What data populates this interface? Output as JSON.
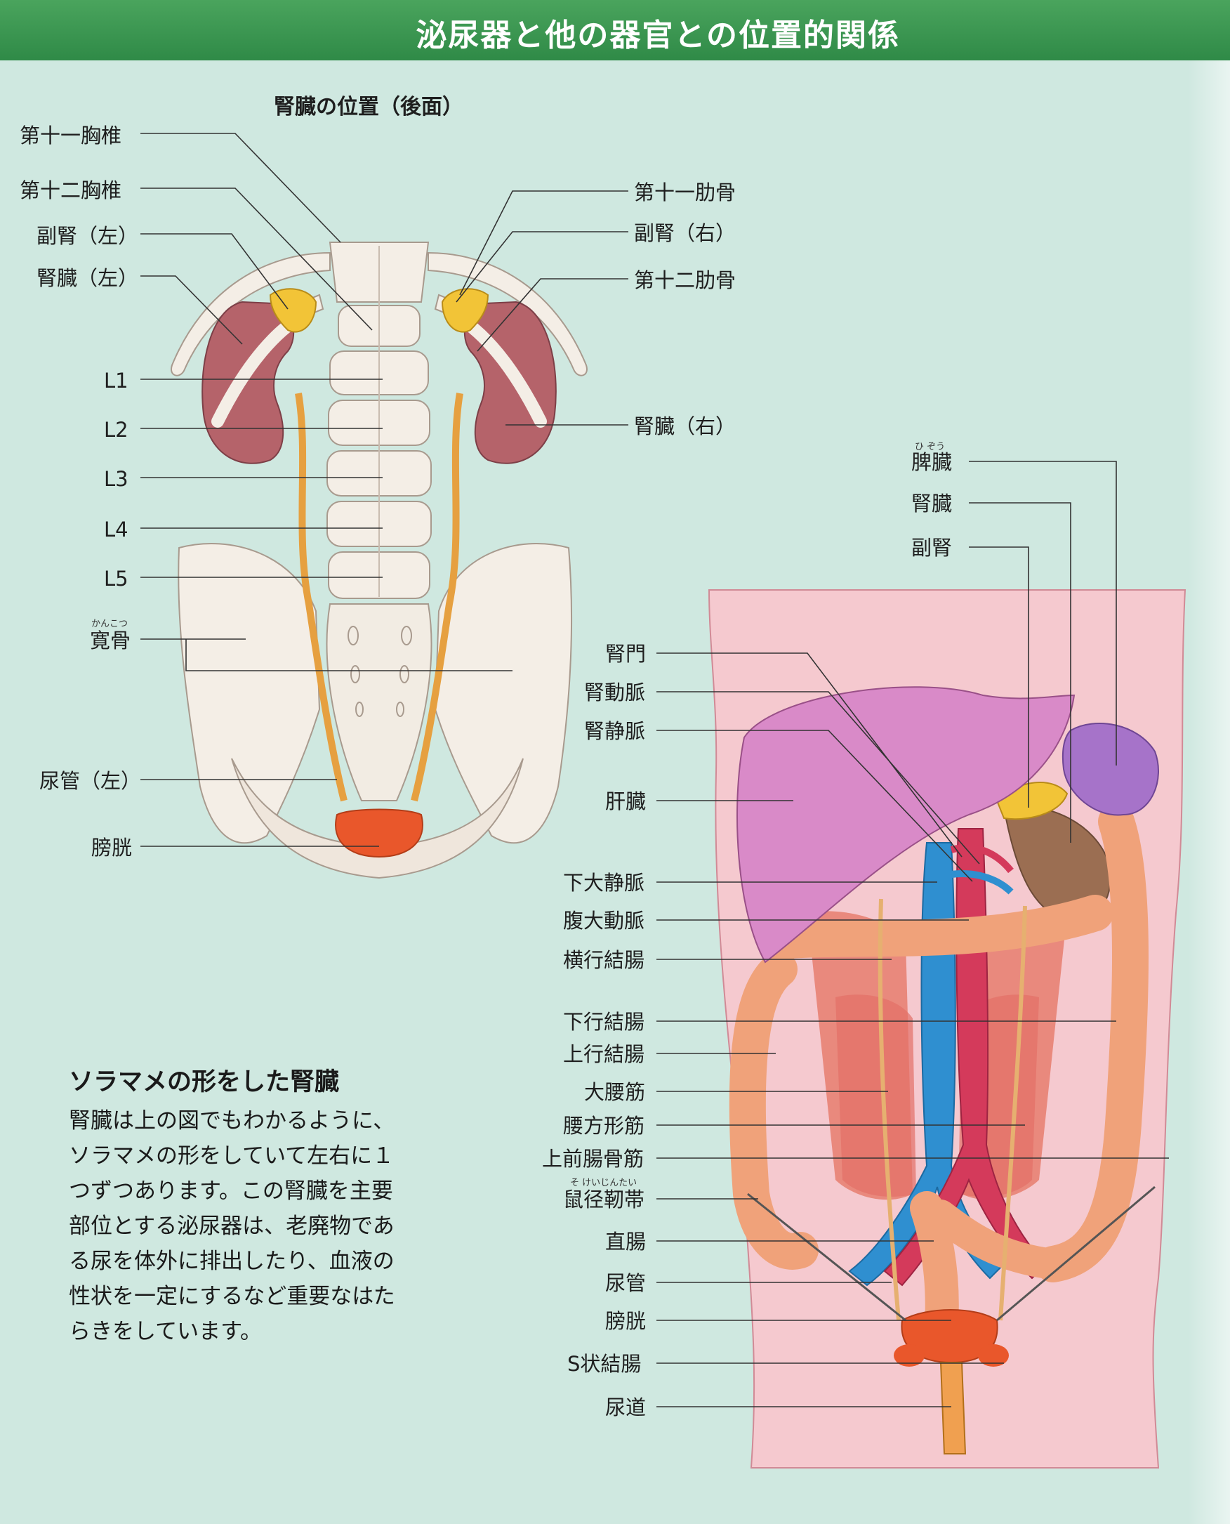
{
  "header": {
    "title": "泌尿器と他の器官との位置的関係"
  },
  "back_view": {
    "title": "腎臓の位置（後面）",
    "labels": {
      "t11": "第十一胸椎",
      "t12": "第十二胸椎",
      "adrenal_left": "副腎（左）",
      "kidney_left": "腎臓（左）",
      "l1": "L1",
      "l2": "L2",
      "l3": "L3",
      "l4": "L4",
      "l5": "L5",
      "hip_bone": "寛骨",
      "hip_bone_ruby": "かんこつ",
      "ureter_left": "尿管（左）",
      "bladder": "膀胱",
      "rib11": "第十一肋骨",
      "adrenal_right": "副腎（右）",
      "rib12": "第十二肋骨",
      "kidney_right": "腎臓（右）"
    }
  },
  "front_view": {
    "labels": {
      "spleen": "脾臓",
      "spleen_ruby": "ひ ぞう",
      "kidney": "腎臓",
      "adrenal": "副腎",
      "renal_hilum": "腎門",
      "renal_artery": "腎動脈",
      "renal_vein": "腎静脈",
      "liver": "肝臓",
      "ivc": "下大静脈",
      "aorta": "腹大動脈",
      "transverse_colon": "横行結腸",
      "descending_colon": "下行結腸",
      "ascending_colon": "上行結腸",
      "psoas": "大腰筋",
      "quadratus": "腰方形筋",
      "iliac_spine": "上前腸骨筋",
      "inguinal_ligament": "鼠径靭帯",
      "inguinal_ruby": "そ  けいじんたい",
      "rectum": "直腸",
      "ureter": "尿管",
      "bladder": "膀胱",
      "sigmoid": "S状結腸",
      "urethra": "尿道"
    }
  },
  "text_block": {
    "title": "ソラマメの形をした腎臓",
    "lines": [
      "腎臓は上の図でもわかるように、",
      "ソラマメの形をしていて左右に１",
      "つずつあります。この腎臓を主要",
      "部位とする泌尿器は、老廃物であ",
      "る尿を体外に排出したり、血液の",
      "性状を一定にするなど重要なはた",
      "らきをしています。"
    ]
  },
  "colors": {
    "background": "#cfe8e0",
    "header": "#3a9750",
    "kidney": "#b5636a",
    "bone": "#f4eee6",
    "adrenal": "#f2c437",
    "bladder": "#e9572b",
    "liver": "#d98ac8",
    "spleen": "#a673c9",
    "colon": "#f0a27a",
    "vein": "#2f8fd0",
    "artery": "#d43a5b",
    "muscle": "#e9897d",
    "skin": "#f5c9cf"
  }
}
